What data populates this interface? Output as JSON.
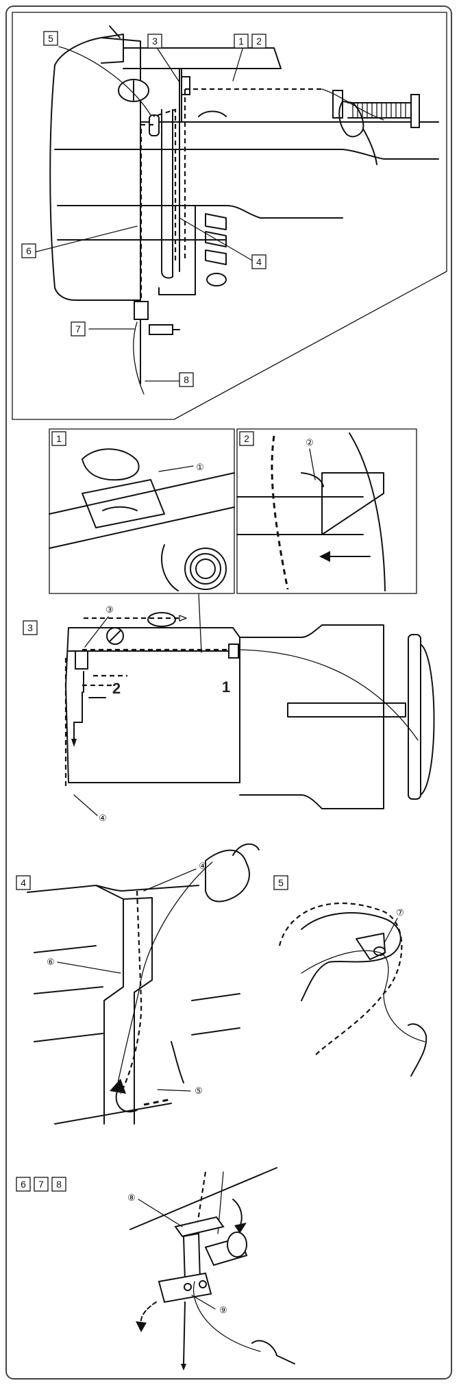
{
  "labels": {
    "s1": "1",
    "s2": "2",
    "s3": "3",
    "s4": "4",
    "s5": "5",
    "s6": "6",
    "s7": "7",
    "s8": "8"
  },
  "circles": {
    "c1": "①",
    "c2": "②",
    "c3": "③",
    "c4": "④",
    "c5": "⑤",
    "c6": "⑥",
    "c7": "⑦",
    "c8": "⑧",
    "c9": "⑨"
  },
  "guide_marks": {
    "one": "1",
    "two": "2"
  }
}
